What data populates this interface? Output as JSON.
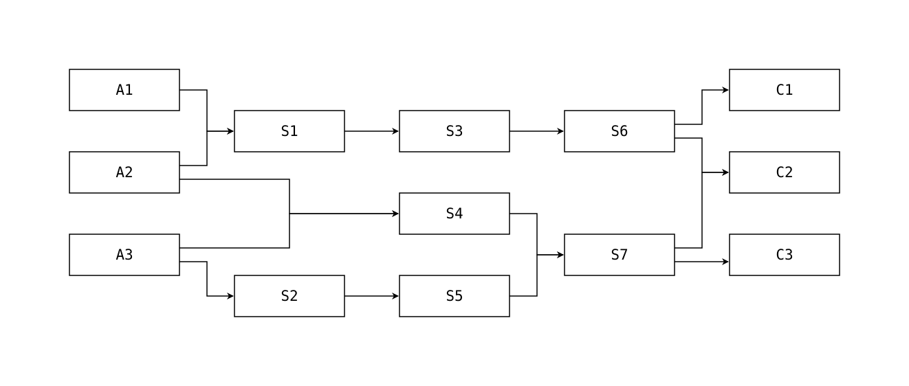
{
  "nodes": [
    {
      "id": "A1",
      "label": "A1"
    },
    {
      "id": "A2",
      "label": "A2"
    },
    {
      "id": "A3",
      "label": "A3"
    },
    {
      "id": "S1",
      "label": "S1"
    },
    {
      "id": "S2",
      "label": "S2"
    },
    {
      "id": "S3",
      "label": "S3"
    },
    {
      "id": "S4",
      "label": "S4"
    },
    {
      "id": "S5",
      "label": "S5"
    },
    {
      "id": "S6",
      "label": "S6"
    },
    {
      "id": "S7",
      "label": "S7"
    },
    {
      "id": "C1",
      "label": "C1"
    },
    {
      "id": "C2",
      "label": "C2"
    },
    {
      "id": "C3",
      "label": "C3"
    }
  ],
  "edges": [
    {
      "from": "A1",
      "to": "S1"
    },
    {
      "from": "A2",
      "to": "S1"
    },
    {
      "from": "A2",
      "to": "S4"
    },
    {
      "from": "A3",
      "to": "S4"
    },
    {
      "from": "A3",
      "to": "S2"
    },
    {
      "from": "S1",
      "to": "S3"
    },
    {
      "from": "S3",
      "to": "S6"
    },
    {
      "from": "S2",
      "to": "S5"
    },
    {
      "from": "S4",
      "to": "S7"
    },
    {
      "from": "S5",
      "to": "S7"
    },
    {
      "from": "S6",
      "to": "C1"
    },
    {
      "from": "S6",
      "to": "C2"
    },
    {
      "from": "S7",
      "to": "C2"
    },
    {
      "from": "S7",
      "to": "C3"
    }
  ],
  "colors": {
    "stroke": "#000000",
    "background": "#ffffff"
  }
}
